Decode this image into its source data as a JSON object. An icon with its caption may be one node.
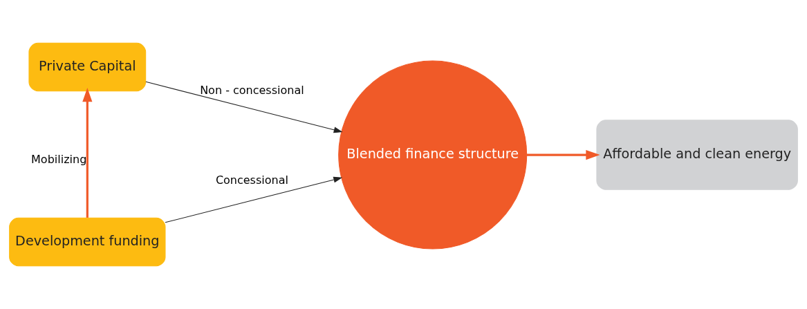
{
  "diagram": {
    "nodes": [
      {
        "text": [
          "Private Capital"
        ]
      },
      {
        "text": [
          "Development funding"
        ]
      },
      {
        "text": [
          "Blended finance structure"
        ]
      },
      {
        "text": [
          "Affordable and clean energy"
        ]
      }
    ],
    "edges": [
      {
        "from": 1,
        "to": 0,
        "arrow": "to",
        "label": "Mobilizing",
        "style": "thick",
        "color": "#f05a28"
      },
      {
        "from": 0,
        "to": 2,
        "arrow": "to",
        "label": "Non - concessional",
        "color": "#222222"
      },
      {
        "from": 1,
        "to": 2,
        "arrow": "to",
        "label": "Concessional",
        "color": "#222222"
      },
      {
        "from": 2,
        "to": 3,
        "arrow": "to",
        "style": "thick",
        "color": "#f05a28"
      }
    ]
  }
}
